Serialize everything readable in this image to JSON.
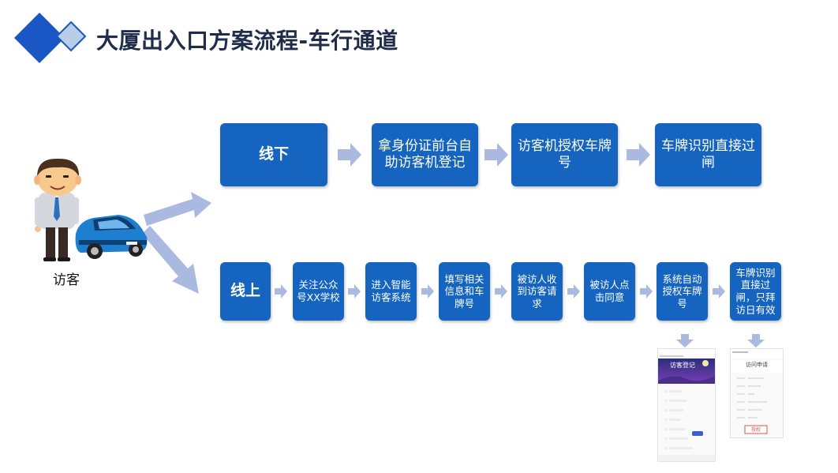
{
  "title": "大厦出入口方案流程-车行通道",
  "visitor": {
    "label": "访客"
  },
  "offline": {
    "label": "线下",
    "steps": [
      "拿身份证前台自助访客机登记",
      "访客机授权车牌号",
      "车牌识别直接过闸"
    ]
  },
  "online": {
    "label": "线上",
    "steps": [
      "关注公众号XX学校",
      "进入智能访客系统",
      "填写相关信息和车牌号",
      "被访人收到访客请求",
      "被访人点击同意",
      "系统自动授权车牌号",
      "车牌识别直接过闸，只拜访日有效"
    ]
  },
  "screens": {
    "left_header": "访客登记",
    "right_header": "访问申请",
    "right_button": "授权"
  },
  "colors": {
    "box": "#1565c0",
    "arrow": "#a9b9e0",
    "title": "#1f2d4a"
  }
}
